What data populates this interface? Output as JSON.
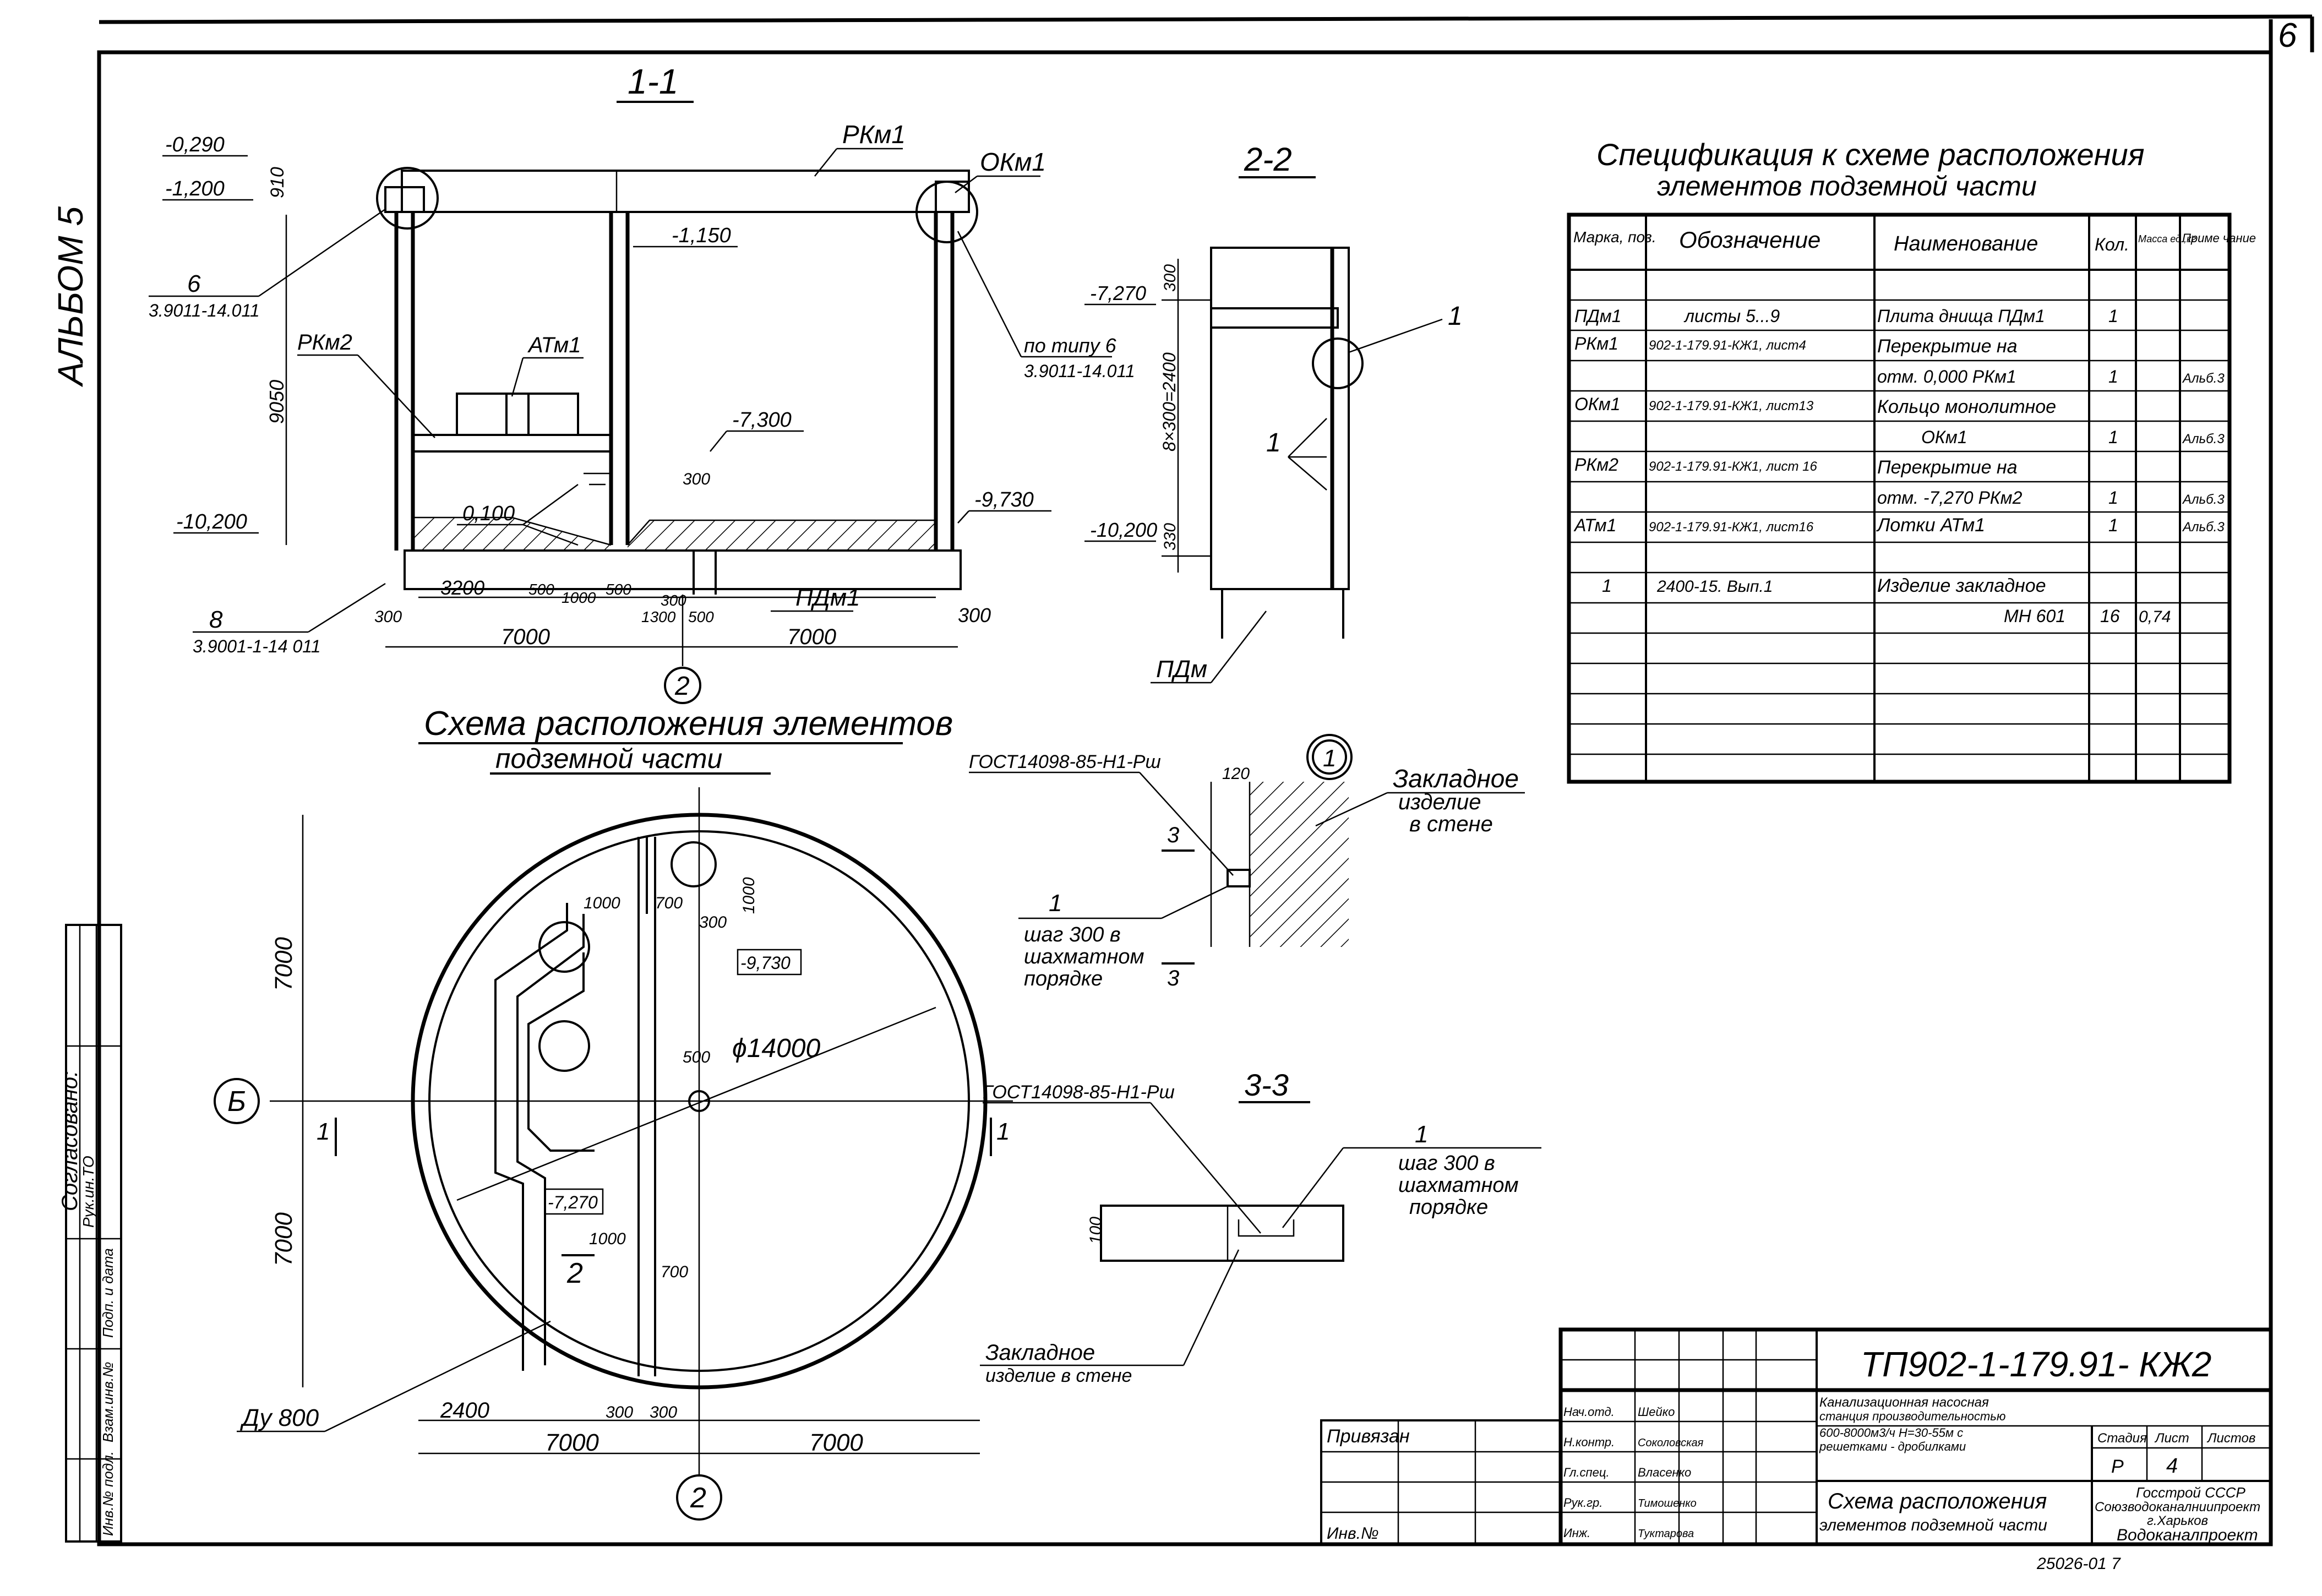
{
  "sheet": {
    "corner_page": "6",
    "album_label": "АЛЬБОМ 5",
    "approved_label": "Согласовано:",
    "side_stamp_texts": [
      "Рук.ин.ТО",
      "Инв.№ подл.",
      "Взам.инв.№",
      "Подп. и дата"
    ],
    "invoice_number": "25026-01 7"
  },
  "section_1_1": {
    "title": "1-1",
    "labels": {
      "rkm1": "РКм1",
      "okm1": "ОКм1",
      "rkm2": "РКм2",
      "atm1": "АТм1",
      "pdm1": "ПДм1",
      "node6": "6",
      "node6_ref": "3.9011-14.011",
      "node8": "8",
      "node8_ref": "3.9001-1-14 011",
      "by_type": "по типу 6",
      "by_type_ref": "3.9011-14.011",
      "axis": "2"
    },
    "elevations": [
      "-0,290",
      "-1,200",
      "-1,150",
      "-7,300",
      "-9,730",
      "-10,200",
      "0,100"
    ],
    "dims": [
      "910",
      "9050",
      "300",
      "3200",
      "500",
      "1000",
      "500",
      "1300",
      "500",
      "7000",
      "7000",
      "300",
      "300",
      "300"
    ]
  },
  "section_2_2": {
    "title": "2-2",
    "labels": {
      "one": "1",
      "pdm": "ПДм",
      "one_b": "1"
    },
    "elevations": [
      "-7,270",
      "-10,200"
    ],
    "dims": [
      "300",
      "8×300=2400",
      "330"
    ]
  },
  "plan": {
    "title_line1": "Схема расположения элементов",
    "title_line2": "подземной части",
    "diameter": "ϕ14000",
    "axis_b": "Б",
    "axis_2": "2",
    "cut_mark": "1",
    "cut_mark2": "2",
    "elev_a": "-9,730",
    "elev_b": "-7,270",
    "pipe": "Ду 800",
    "dims": [
      "7000",
      "7000",
      "1000",
      "700",
      "1000",
      "300",
      "500",
      "1000",
      "700",
      "2400",
      "300",
      "300",
      "7000",
      "7000"
    ]
  },
  "detail_1": {
    "node": "1",
    "gost": "ГОСТ14098-85-Н1-Рш",
    "dim": "120",
    "embed": "Закладное",
    "embed2": "изделие",
    "embed3": "в стене",
    "item": "1",
    "step1": "шаг 300 в",
    "step2": "шахматном",
    "step3": "порядке",
    "cut": "3"
  },
  "section_3_3": {
    "title": "3-3",
    "gost": "ГОСТ14098-85-Н1-Рш",
    "dim": "100",
    "item": "1",
    "step1": "шаг 300 в",
    "step2": "шахматном",
    "step3": "порядке",
    "embed1": "Закладное",
    "embed2": "изделие в стене"
  },
  "spec": {
    "title_line1": "Спецификация к схеме расположения",
    "title_line2": "элементов подземной части",
    "headers": [
      "Марка, поз.",
      "Обозначение",
      "Наименование",
      "Кол.",
      "Масса ед.,кг",
      "Приме чание"
    ],
    "rows": [
      [
        "ПДм1",
        "листы 5...9",
        "Плита днища ПДм1",
        "1",
        "",
        ""
      ],
      [
        "РКм1",
        "902-1-179.91-КЖ1, лист4",
        "Перекрытие на",
        "",
        "",
        ""
      ],
      [
        "",
        "",
        "отм. 0,000 РКм1",
        "1",
        "",
        "Альб.3"
      ],
      [
        "ОКм1",
        "902-1-179.91-КЖ1, лист13",
        "Кольцо монолитное",
        "",
        "",
        ""
      ],
      [
        "",
        "",
        "ОКм1",
        "1",
        "",
        "Альб.3"
      ],
      [
        "РКм2",
        "902-1-179.91-КЖ1, лист 16",
        "Перекрытие на",
        "",
        "",
        ""
      ],
      [
        "",
        "",
        "отм. -7,270 РКм2",
        "1",
        "",
        "Альб.3"
      ],
      [
        "АТм1",
        "902-1-179.91-КЖ1, лист16",
        "Лотки АТм1",
        "1",
        "",
        "Альб.3"
      ],
      [
        "",
        "",
        "",
        "",
        "",
        ""
      ],
      [
        "1",
        "2400-15. Вып.1",
        "Изделие закладное",
        "",
        "",
        ""
      ],
      [
        "",
        "",
        "МН 601",
        "16",
        "0,74",
        ""
      ]
    ]
  },
  "title_block": {
    "code": "ТП902-1-179.91- КЖ2",
    "attached": "Привязан",
    "inv": "Инв.№",
    "roles": [
      "Нач.отд.",
      "Н.контр.",
      "Гл.спец.",
      "Рук.гр.",
      "Инж."
    ],
    "names": [
      "Шейко",
      "Соколовская",
      "Власенко",
      "Тимошенко",
      "Туктарова"
    ],
    "project1": "Канализационная насосная",
    "project2": "станция производительностью",
    "project3": "600-8000м3/ч  Н=30-55м с",
    "project4": "решетками - дробилками",
    "sheet1": "Схема расположения",
    "sheet2": "элементов подземной части",
    "stage_h": "Стадия",
    "sheet_h": "Лист",
    "sheets_h": "Листов",
    "stage": "Р",
    "sheet_no": "4",
    "org1": "Госстрой СССР",
    "org2": "Союзводоканалниипроект",
    "org3": "г.Харьков",
    "org4": "Водоканалпроект"
  }
}
